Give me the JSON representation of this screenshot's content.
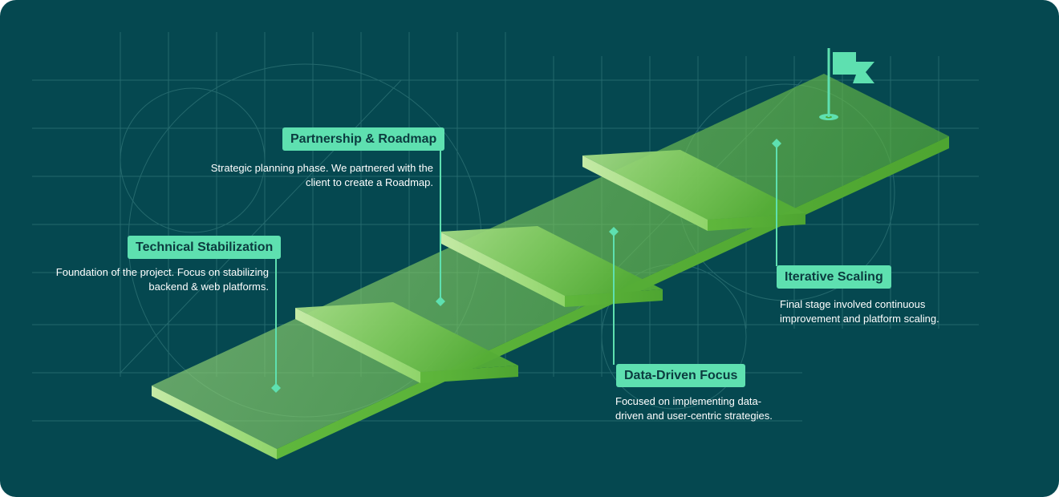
{
  "colors": {
    "background": "#054850",
    "grid": "#2f7477",
    "accent": "#5ee0b0",
    "step_green": "#5bb63a",
    "step_light": "#a7dd88",
    "label_text": "#0b3b3f",
    "description_text": "#ffffff"
  },
  "steps": [
    {
      "title": "Technical Stabilization",
      "description": "Foundation of the project. Focus on stabilizing backend & web platforms."
    },
    {
      "title": "Partnership & Roadmap",
      "description": "Strategic planning phase. We partnered with the client to create a Roadmap."
    },
    {
      "title": "Data-Driven Focus",
      "description": "Focused on implementing data-driven and user-centric strategies."
    },
    {
      "title": "Iterative Scaling",
      "description": "Final stage involved continuous improvement and platform scaling."
    }
  ],
  "icons": {
    "goal": "flag-icon"
  }
}
